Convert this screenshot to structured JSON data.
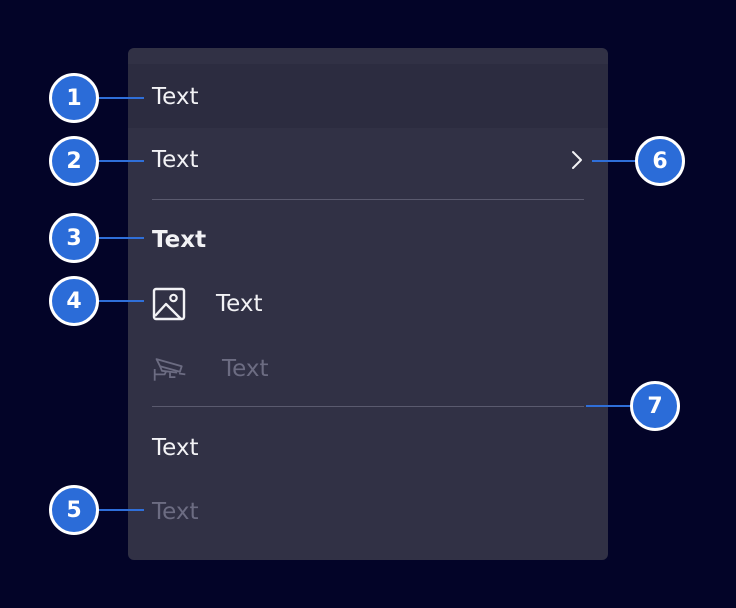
{
  "menu": {
    "items": [
      {
        "label": "Text",
        "state": "hover"
      },
      {
        "label": "Text",
        "submenu_icon": "chevron-right-icon"
      },
      {
        "label": "Text",
        "style": "group-header"
      },
      {
        "label": "Text",
        "icon": "image-icon"
      },
      {
        "label": "Text",
        "icon": "security-camera-icon",
        "state": "disabled"
      },
      {
        "label": "Text"
      },
      {
        "label": "Text",
        "state": "disabled"
      }
    ]
  },
  "callouts": [
    "1",
    "2",
    "3",
    "4",
    "5",
    "6",
    "7"
  ],
  "colors": {
    "background": "#030428",
    "menu_surface": "#313145",
    "hover_row": "#2c2c40",
    "callout": "#2b6cd8",
    "disabled_text": "#6c6c82"
  }
}
